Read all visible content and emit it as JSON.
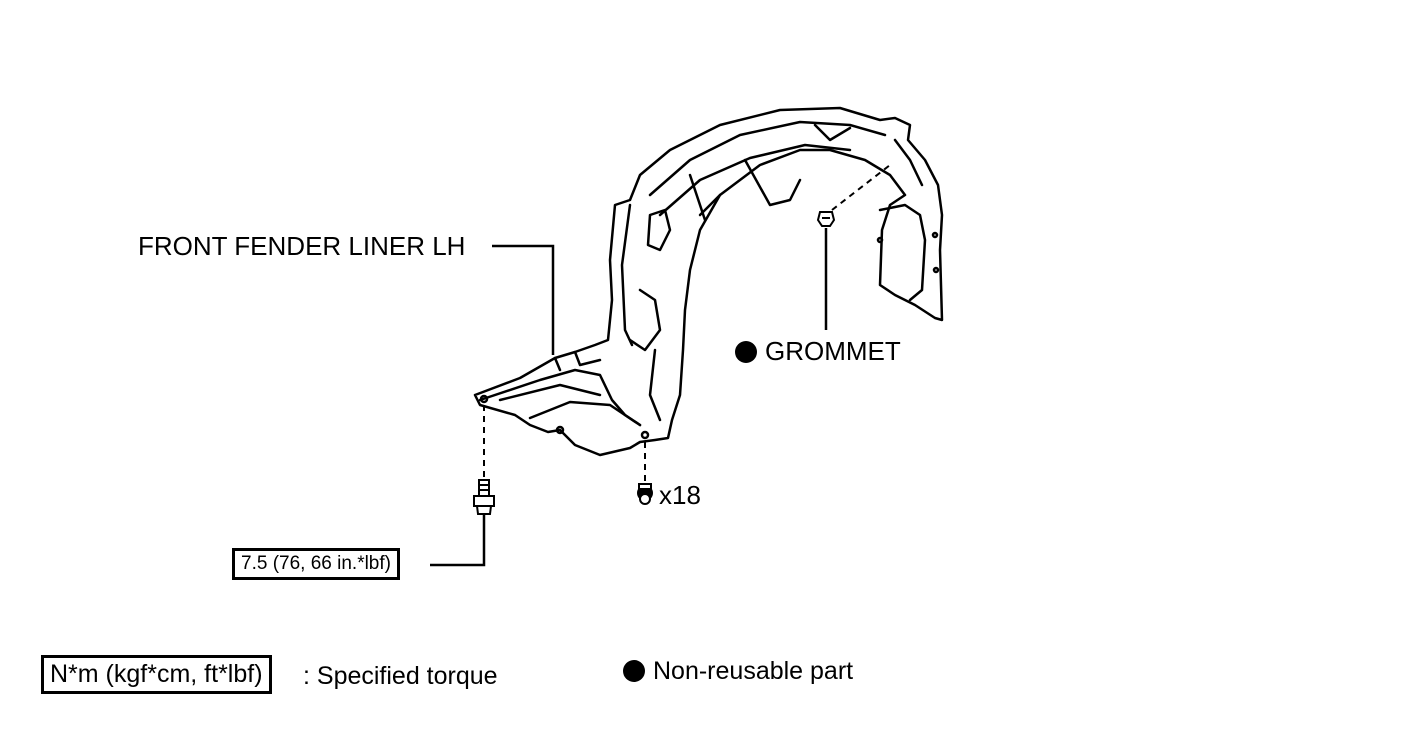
{
  "callouts": {
    "liner": "FRONT FENDER LINER LH",
    "grommet": "GROMMET",
    "clip_count": "x18",
    "torque": "7.5 (76, 66 in.*lbf)"
  },
  "legend": {
    "torque_unit": "N*m (kgf*cm, ft*lbf)",
    "torque_desc": ": Specified torque",
    "non_reusable": "Non-reusable part"
  },
  "icons": {
    "non_reusable_mark": "filled-circle-icon",
    "bolt": "bolt-icon",
    "clip": "clip-icon",
    "grommet": "grommet-icon"
  }
}
